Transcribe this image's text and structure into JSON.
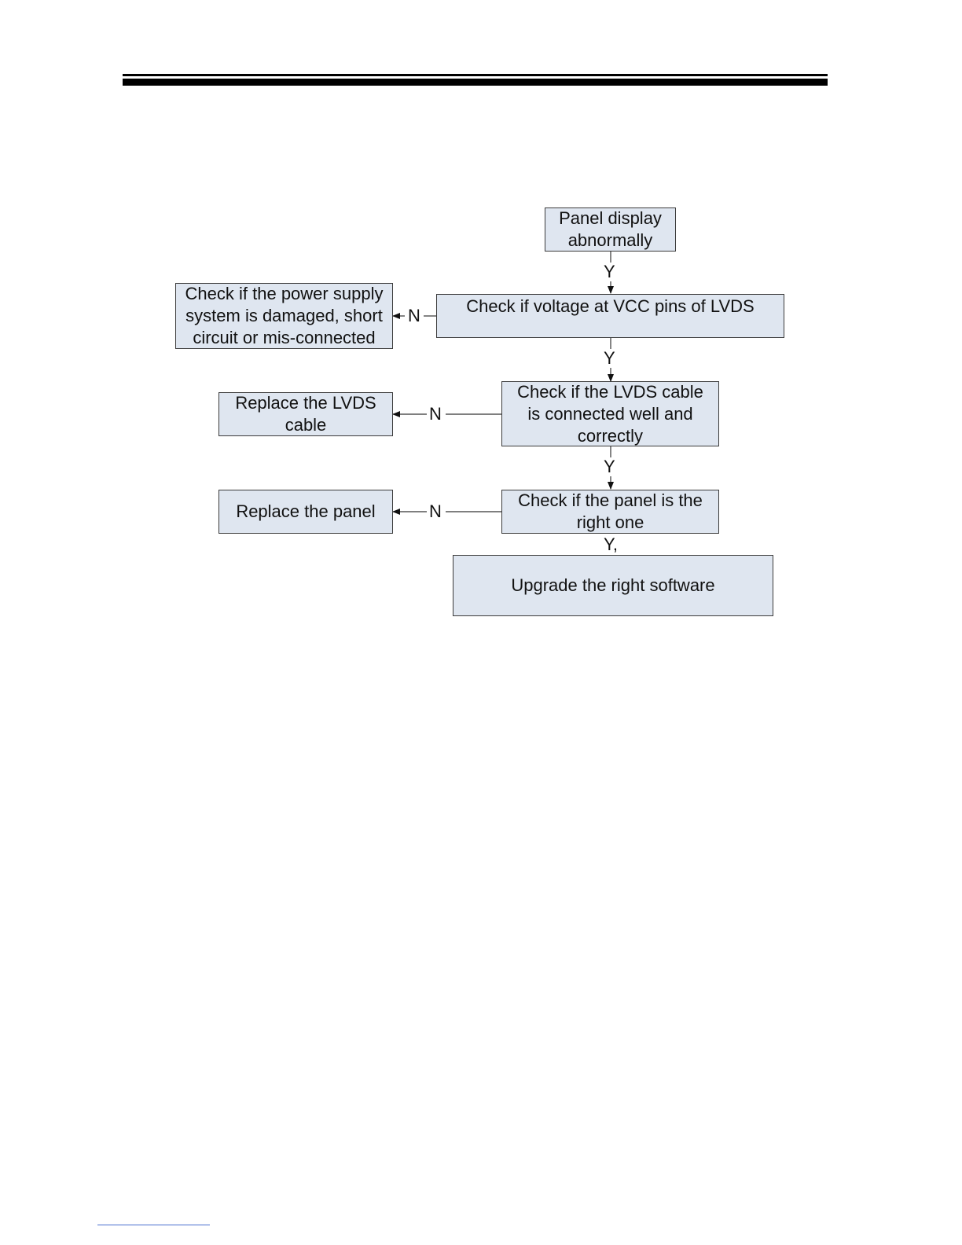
{
  "flowchart": {
    "start": "Panel display\nabnormally",
    "check_vcc": "Check if voltage at VCC pins of LVDS",
    "power_supply": "Check if the power supply\nsystem is damaged, short\ncircuit or mis-connected",
    "check_cable": "Check if the LVDS cable\nis connected well and\ncorrectly",
    "replace_cable": "Replace the  LVDS\ncable",
    "check_panel": "Check if the panel is the\nright one",
    "replace_panel": "Replace the panel",
    "upgrade": "Upgrade the right software",
    "yes_label": "Y",
    "yes_label_last": "Y,",
    "no_label": "N"
  },
  "colors": {
    "box_fill": "#dfe6f0",
    "border": "#3b3b3b",
    "rule": "#000000",
    "footer_rule": "#4a6fd0"
  }
}
